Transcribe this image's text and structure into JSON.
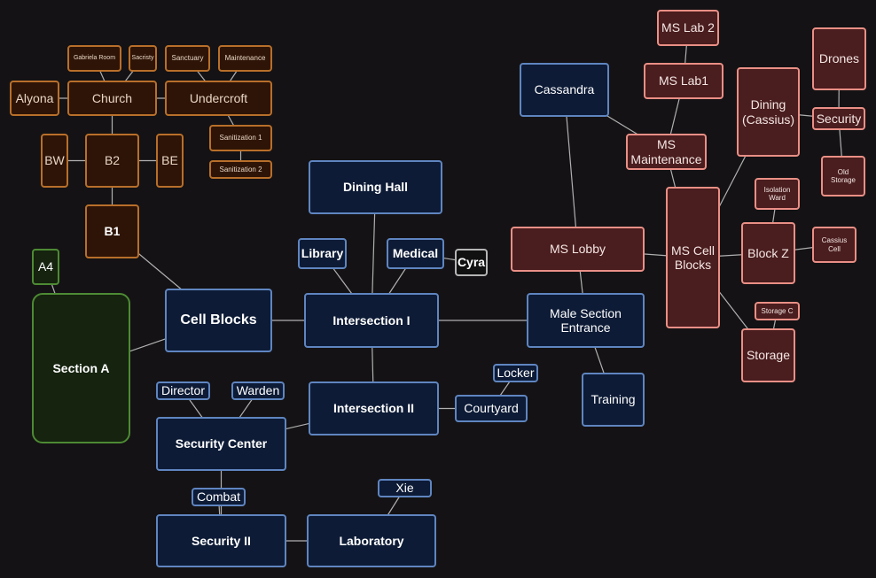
{
  "colors": {
    "background": "#141214",
    "blue_border": "#5f85c0",
    "blue_fill": "#0d1b36",
    "brown_border": "#b86f2a",
    "brown_fill": "#2e1406",
    "red_border": "#ea8f86",
    "red_fill": "#4a1d1e",
    "green_border": "#4d8a34",
    "green_fill": "#15230f",
    "edge": "#b0b0b0"
  },
  "nodes": {
    "gabriela_room": "Gabriela Room",
    "sacristy": "Sacristy",
    "sanctuary": "Sanctuary",
    "maintenance": "Maintenance",
    "alyona": "Alyona",
    "church": "Church",
    "undercroft": "Undercroft",
    "sanitization_1": "Sanitization 1",
    "sanitization_2": "Sanitization 2",
    "bw": "BW",
    "b2": "B2",
    "be": "BE",
    "b1": "B1",
    "a4": "A4",
    "section_a": "Section A",
    "cell_blocks": "Cell Blocks",
    "dining_hall": "Dining Hall",
    "library": "Library",
    "medical": "Medical",
    "cyra": "Cyra",
    "intersection_1": "Intersection I",
    "intersection_2": "Intersection II",
    "director": "Director",
    "warden": "Warden",
    "security_center": "Security Center",
    "locker": "Locker",
    "courtyard": "Courtyard",
    "combat": "Combat",
    "security_2": "Security II",
    "xie": "Xie",
    "laboratory": "Laboratory",
    "cassandra": "Cassandra",
    "ms_lobby": "MS Lobby",
    "male_section_entrance": "Male Section Entrance",
    "training": "Training",
    "ms_lab_2": "MS Lab 2",
    "ms_lab1": "MS Lab1",
    "ms_maintenance": "MS Maintenance",
    "ms_cell_blocks": "MS Cell Blocks",
    "dining_cassius": "Dining (Cassius)",
    "drones": "Drones",
    "security": "Security",
    "old_storage": "Old Storage",
    "isolation_ward": "Isolation Ward",
    "block_z": "Block Z",
    "cassius_cell": "Cassius Cell",
    "storage_c": "Storage C",
    "storage": "Storage"
  },
  "edges": [
    [
      "church",
      "alyona"
    ],
    [
      "church",
      "undercroft"
    ],
    [
      "church",
      "gabriela_room"
    ],
    [
      "church",
      "sacristy"
    ],
    [
      "undercroft",
      "sanctuary"
    ],
    [
      "undercroft",
      "maintenance"
    ],
    [
      "undercroft",
      "sanitization_1"
    ],
    [
      "sanitization_1",
      "sanitization_2"
    ],
    [
      "church",
      "b2"
    ],
    [
      "b2",
      "bw"
    ],
    [
      "b2",
      "be"
    ],
    [
      "b2",
      "b1"
    ],
    [
      "b1",
      "cell_blocks"
    ],
    [
      "a4",
      "section_a"
    ],
    [
      "section_a",
      "cell_blocks"
    ],
    [
      "cell_blocks",
      "intersection_1"
    ],
    [
      "library",
      "intersection_1"
    ],
    [
      "medical",
      "intersection_1"
    ],
    [
      "medical",
      "cyra"
    ],
    [
      "dining_hall",
      "intersection_1"
    ],
    [
      "intersection_1",
      "intersection_2"
    ],
    [
      "intersection_1",
      "male_section_entrance"
    ],
    [
      "intersection_2",
      "security_center"
    ],
    [
      "intersection_2",
      "courtyard"
    ],
    [
      "courtyard",
      "locker"
    ],
    [
      "director",
      "security_center"
    ],
    [
      "warden",
      "security_center"
    ],
    [
      "security_center",
      "security_2"
    ],
    [
      "combat",
      "security_2"
    ],
    [
      "security_2",
      "laboratory"
    ],
    [
      "xie",
      "laboratory"
    ],
    [
      "male_section_entrance",
      "training"
    ],
    [
      "male_section_entrance",
      "ms_lobby"
    ],
    [
      "ms_lobby",
      "cassandra"
    ],
    [
      "ms_lobby",
      "ms_cell_blocks"
    ],
    [
      "cassandra",
      "ms_maintenance"
    ],
    [
      "ms_maintenance",
      "ms_lab1"
    ],
    [
      "ms_lab1",
      "ms_lab_2"
    ],
    [
      "ms_maintenance",
      "ms_cell_blocks"
    ],
    [
      "ms_cell_blocks",
      "dining_cassius"
    ],
    [
      "dining_cassius",
      "security"
    ],
    [
      "security",
      "drones"
    ],
    [
      "security",
      "old_storage"
    ],
    [
      "ms_cell_blocks",
      "block_z"
    ],
    [
      "block_z",
      "isolation_ward"
    ],
    [
      "block_z",
      "cassius_cell"
    ],
    [
      "ms_cell_blocks",
      "storage"
    ],
    [
      "storage",
      "storage_c"
    ]
  ]
}
